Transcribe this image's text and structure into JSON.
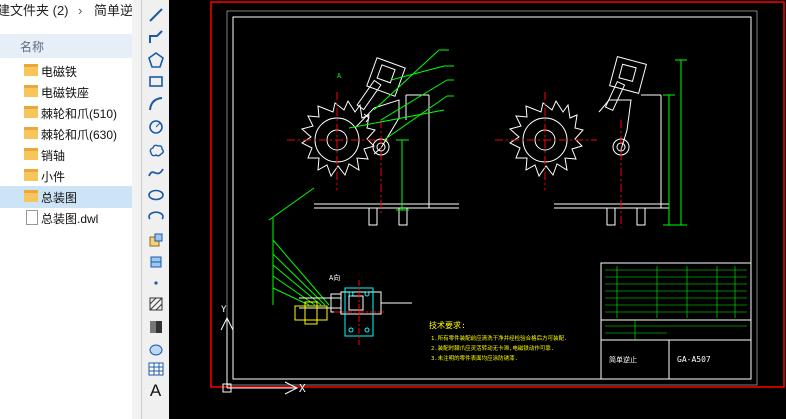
{
  "breadcrumb": {
    "folder": "建文件夹 (2)",
    "separator": "›",
    "current": "简单逆止"
  },
  "explorer": {
    "column_header": "名称",
    "items": [
      {
        "label": "电磁铁",
        "type": "folder"
      },
      {
        "label": "电磁铁座",
        "type": "folder"
      },
      {
        "label": "棘轮和爪(510)",
        "type": "folder"
      },
      {
        "label": "棘轮和爪(630)",
        "type": "folder"
      },
      {
        "label": "销轴",
        "type": "folder"
      },
      {
        "label": "小件",
        "type": "folder"
      },
      {
        "label": "总装图",
        "type": "folder",
        "selected": true
      },
      {
        "label": "总装图.dwl",
        "type": "file"
      }
    ]
  },
  "toolbar": {
    "tools": [
      "line-icon",
      "polyline-icon",
      "polygon-icon",
      "rectangle-icon",
      "arc-icon",
      "circle-icon",
      "revcloud-icon",
      "spline-icon",
      "ellipse-icon",
      "ellipse-arc-icon",
      "insert-block-icon",
      "make-block-icon",
      "point-icon",
      "hatch-icon",
      "gradient-icon",
      "region-icon",
      "table-icon",
      "multiline-text-icon"
    ],
    "text_tool_label": "A"
  },
  "drawing": {
    "view_label": "A向",
    "arrow_label": "A",
    "notes_title": "技术要求:",
    "notes": [
      "1.所有零件装配前应清洗干净并经检验合格后方可装配.",
      "2.装配时棘爪应灵活转动无卡滞,电磁铁动作可靠.",
      "3.未注明的零件表面均应涂防锈漆."
    ],
    "title_block_name": "简单逆止",
    "drawing_number": "GA-A507",
    "axis": {
      "x": "X",
      "y": "Y"
    },
    "colors": {
      "frame": "#ffffff",
      "leader": "#00ff00",
      "center": "#ff0000",
      "dim": "#00ff00",
      "notes": "#ffff00",
      "border": "#ff0000",
      "parts": "#ffffff",
      "hatch": "#00ffff"
    }
  }
}
